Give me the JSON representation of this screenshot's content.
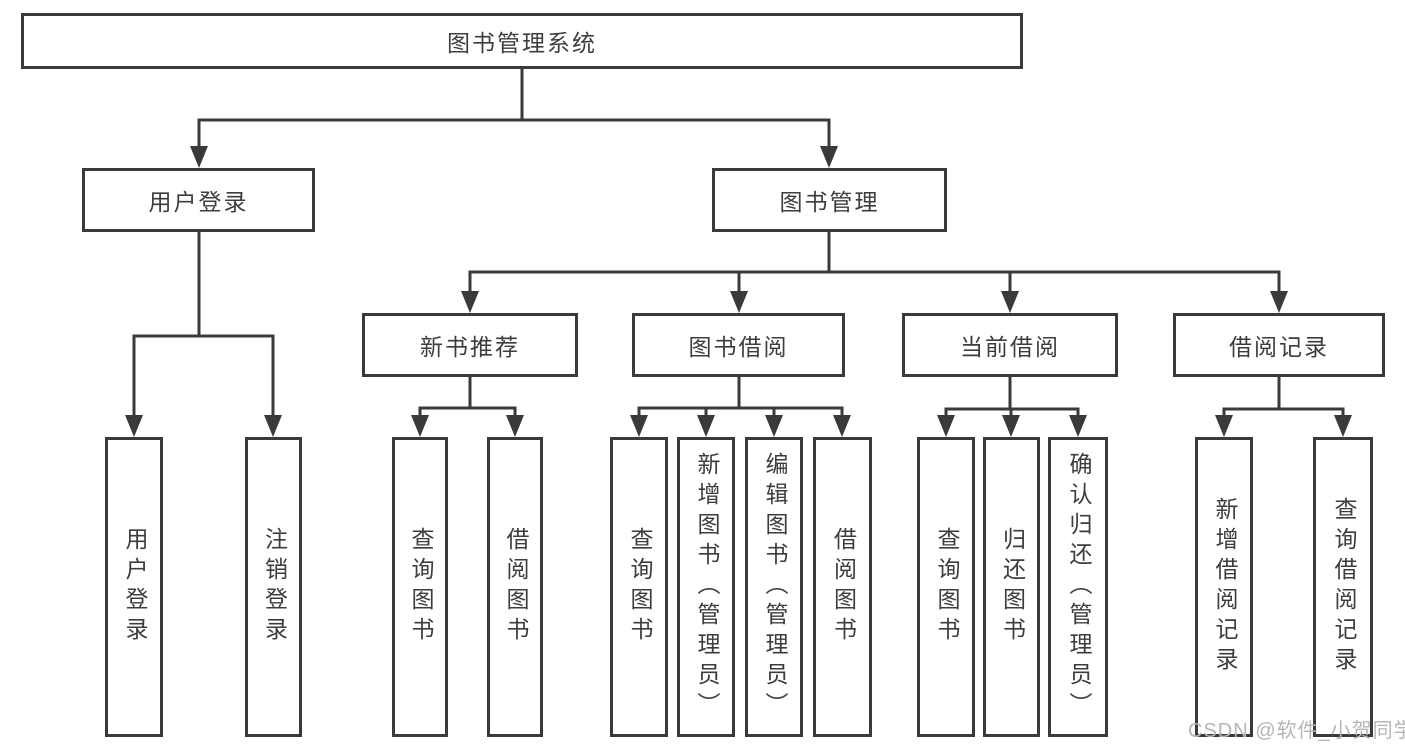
{
  "tree": {
    "root": {
      "label": "图书管理系统"
    },
    "branches": [
      {
        "label": "用户登录",
        "children": [
          {
            "label": "用户登录"
          },
          {
            "label": "注销登录"
          }
        ]
      },
      {
        "label": "图书管理",
        "children": [
          {
            "label": "新书推荐",
            "children": [
              {
                "label": "查询图书"
              },
              {
                "label": "借阅图书"
              }
            ]
          },
          {
            "label": "图书借阅",
            "children": [
              {
                "label": "查询图书"
              },
              {
                "label": "新增图书（管理员）"
              },
              {
                "label": "编辑图书（管理员）"
              },
              {
                "label": "借阅图书"
              }
            ]
          },
          {
            "label": "当前借阅",
            "children": [
              {
                "label": "查询图书"
              },
              {
                "label": "归还图书"
              },
              {
                "label": "确认归还（管理员）"
              }
            ]
          },
          {
            "label": "借阅记录",
            "children": [
              {
                "label": "新增借阅记录"
              },
              {
                "label": "查询借阅记录"
              }
            ]
          }
        ]
      }
    ]
  },
  "watermark": {
    "text": "CSDN @软件_小贺同学"
  },
  "colors": {
    "line": "#3a3a3a",
    "text": "#3d3d3d",
    "watermark": "#b5b5b5",
    "background": "#ffffff"
  }
}
